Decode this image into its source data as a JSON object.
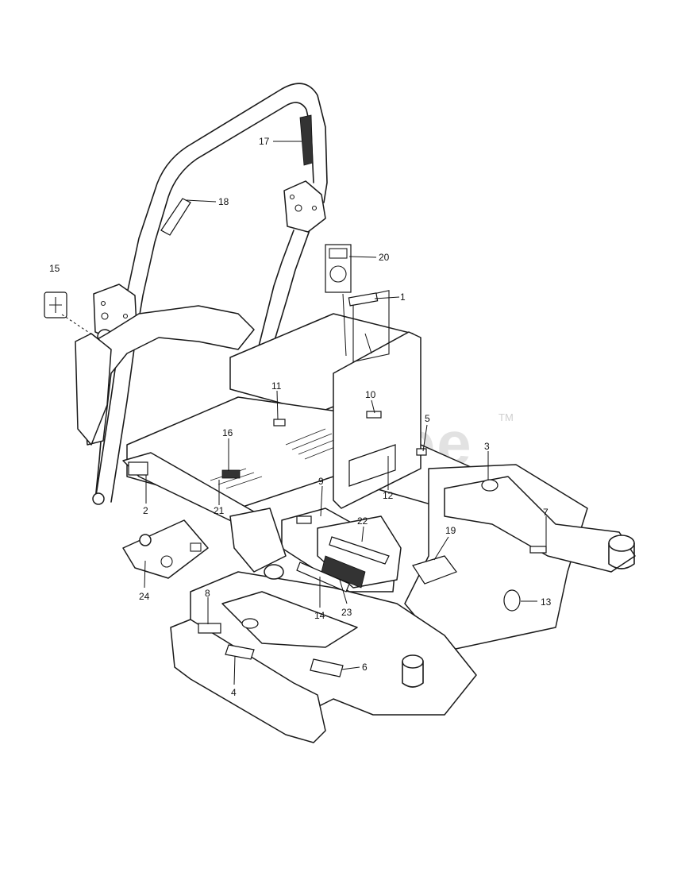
{
  "watermark": {
    "text": "PartsTree",
    "trademark": "TM"
  },
  "callouts": [
    {
      "id": "c1",
      "label": "1"
    },
    {
      "id": "c2",
      "label": "2"
    },
    {
      "id": "c3",
      "label": "3"
    },
    {
      "id": "c4",
      "label": "4"
    },
    {
      "id": "c5",
      "label": "5"
    },
    {
      "id": "c6",
      "label": "6"
    },
    {
      "id": "c7",
      "label": "7"
    },
    {
      "id": "c8",
      "label": "8"
    },
    {
      "id": "c9",
      "label": "9"
    },
    {
      "id": "c10",
      "label": "10"
    },
    {
      "id": "c11",
      "label": "11"
    },
    {
      "id": "c12",
      "label": "12"
    },
    {
      "id": "c13",
      "label": "13"
    },
    {
      "id": "c14",
      "label": "14"
    },
    {
      "id": "c15",
      "label": "15"
    },
    {
      "id": "c16",
      "label": "16"
    },
    {
      "id": "c17",
      "label": "17"
    },
    {
      "id": "c18",
      "label": "18"
    },
    {
      "id": "c19",
      "label": "19"
    },
    {
      "id": "c20",
      "label": "20"
    },
    {
      "id": "c21",
      "label": "21"
    },
    {
      "id": "c22",
      "label": "22"
    },
    {
      "id": "c23",
      "label": "23"
    },
    {
      "id": "c24",
      "label": "24"
    }
  ]
}
